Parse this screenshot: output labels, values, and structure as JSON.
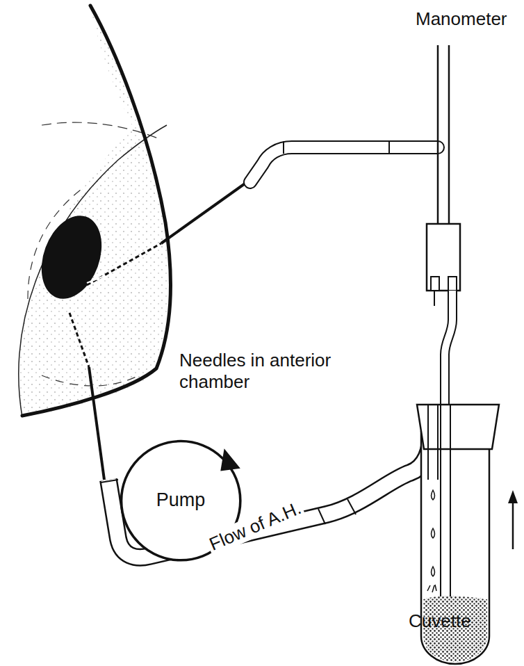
{
  "diagram": {
    "nodes": [
      {
        "text": [
          "Pump"
        ]
      }
    ],
    "edges": [],
    "labels": [
      "Manometer",
      "Needles in anterior chamber",
      "Flow of A.H.",
      "Cuvette"
    ]
  }
}
